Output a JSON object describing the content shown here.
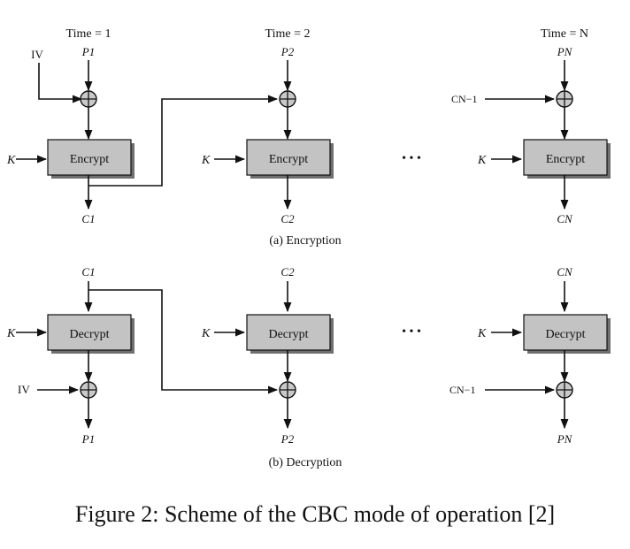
{
  "time_labels": [
    "Time = 1",
    "Time = 2",
    "Time = N"
  ],
  "encryption": {
    "caption": "(a) Encryption",
    "iv_label": "IV",
    "key_label": "K",
    "box_label": "Encrypt",
    "plaintext_inputs": [
      "P1",
      "P2",
      "PN"
    ],
    "ciphertext_outputs": [
      "C1",
      "C2",
      "CN"
    ],
    "chain_input_last": "CN−1"
  },
  "decryption": {
    "caption": "(b) Decryption",
    "iv_label": "IV",
    "key_label": "K",
    "box_label": "Decrypt",
    "ciphertext_inputs": [
      "C1",
      "C2",
      "CN"
    ],
    "plaintext_outputs": [
      "P1",
      "P2",
      "PN"
    ],
    "chain_input_last": "CN−1"
  },
  "ellipsis": "• • •",
  "figure_caption": "Figure 2: Scheme of the CBC mode of operation [2]",
  "colors": {
    "box_fill": "#c3c3c3",
    "box_shadow": "#6f6f6f",
    "line": "#111111"
  }
}
